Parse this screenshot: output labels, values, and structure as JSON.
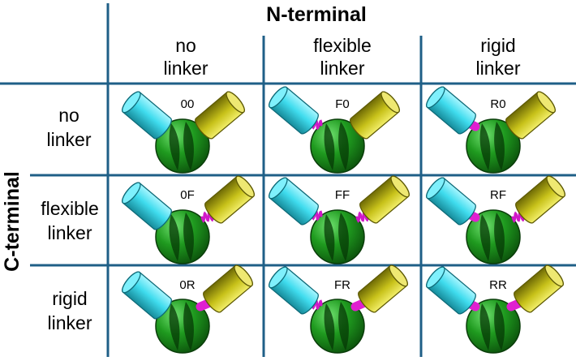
{
  "header": {
    "n_terminal": "N-terminal",
    "c_terminal": "C-terminal"
  },
  "columns": [
    {
      "line1": "no",
      "line2": "linker"
    },
    {
      "line1": "flexible",
      "line2": "linker"
    },
    {
      "line1": "rigid",
      "line2": "linker"
    }
  ],
  "rows": [
    {
      "line1": "no",
      "line2": "linker"
    },
    {
      "line1": "flexible",
      "line2": "linker"
    },
    {
      "line1": "rigid",
      "line2": "linker"
    }
  ],
  "cells": [
    [
      {
        "code": "00",
        "n_linker": "none",
        "c_linker": "none"
      },
      {
        "code": "F0",
        "n_linker": "flexible",
        "c_linker": "none"
      },
      {
        "code": "R0",
        "n_linker": "rigid",
        "c_linker": "none"
      }
    ],
    [
      {
        "code": "0F",
        "n_linker": "none",
        "c_linker": "flexible"
      },
      {
        "code": "FF",
        "n_linker": "flexible",
        "c_linker": "flexible"
      },
      {
        "code": "RF",
        "n_linker": "rigid",
        "c_linker": "flexible"
      }
    ],
    [
      {
        "code": "0R",
        "n_linker": "none",
        "c_linker": "rigid"
      },
      {
        "code": "FR",
        "n_linker": "flexible",
        "c_linker": "rigid"
      },
      {
        "code": "RR",
        "n_linker": "rigid",
        "c_linker": "rigid"
      }
    ]
  ],
  "colors": {
    "grid": "#1f5f87",
    "core": "#1f9a1f",
    "core_dark": "#0b4d0b",
    "n_domain": "#3fe0f0",
    "c_domain": "#c8c21a",
    "linker": "#e020d0"
  }
}
